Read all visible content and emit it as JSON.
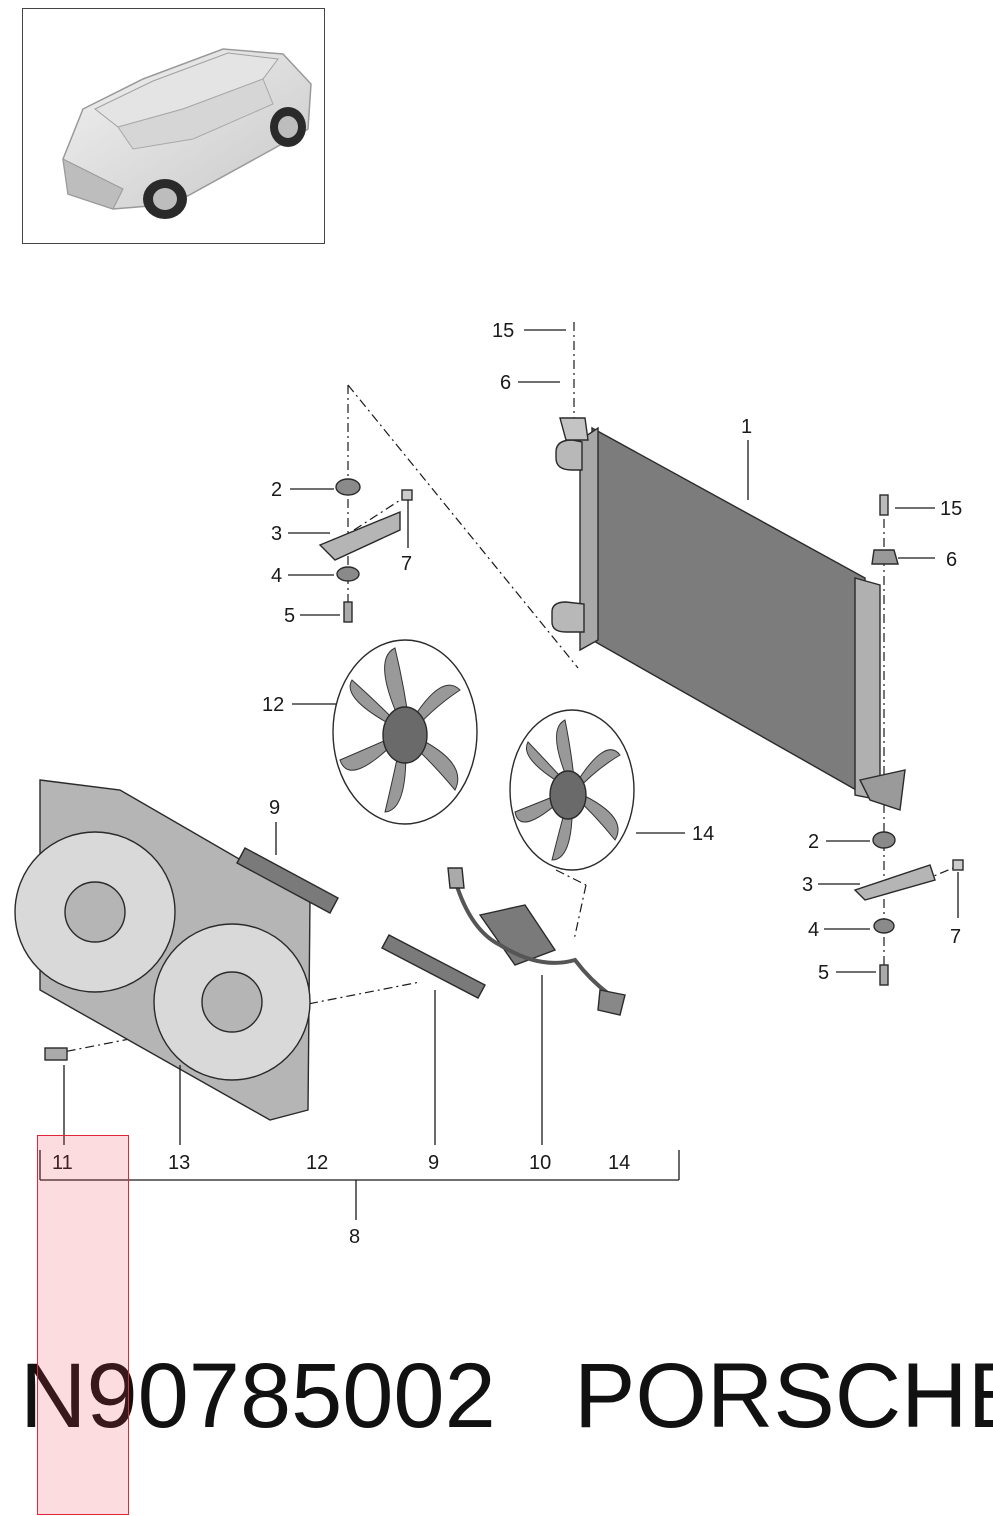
{
  "footer": {
    "part_number": "N90785002",
    "brand": "PORSCHE"
  },
  "callouts": {
    "c1": "1",
    "c2_left": "2",
    "c3_left": "3",
    "c4_left": "4",
    "c5_left": "5",
    "c6_top": "6",
    "c7_left": "7",
    "c15_top": "15",
    "c15_right": "15",
    "c6_right": "6",
    "c2_right": "2",
    "c3_right": "3",
    "c4_right": "4",
    "c5_right": "5",
    "c7_right": "7",
    "c12": "12",
    "c14": "14",
    "c9_top": "9"
  },
  "assembly_bar": {
    "items": [
      "11",
      "13",
      "12",
      "9",
      "10",
      "14"
    ],
    "group_label": "8"
  },
  "colors": {
    "highlight": "#e0263a",
    "part_fill": "#8a8a8a",
    "line": "#1a1a1a"
  },
  "icons": {
    "thumbnail": "vehicle-suv-icon"
  }
}
